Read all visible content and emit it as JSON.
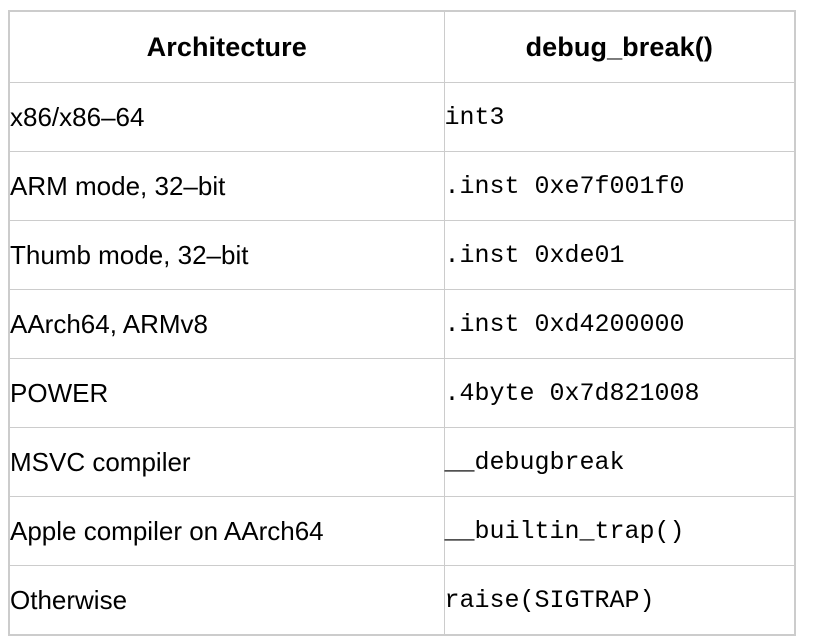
{
  "table": {
    "headers": [
      {
        "label": "Architecture",
        "key": "architecture"
      },
      {
        "label": "debug_break()",
        "key": "debug_break"
      }
    ],
    "rows": [
      {
        "architecture": "x86/x86–64",
        "debug_break": "int3"
      },
      {
        "architecture": "ARM mode, 32–bit",
        "debug_break": ".inst 0xe7f001f0"
      },
      {
        "architecture": "Thumb mode, 32–bit",
        "debug_break": ".inst 0xde01"
      },
      {
        "architecture": "AArch64, ARMv8",
        "debug_break": ".inst 0xd4200000"
      },
      {
        "architecture": "POWER",
        "debug_break": ".4byte 0x7d821008"
      },
      {
        "architecture": "MSVC compiler",
        "debug_break": "__debugbreak"
      },
      {
        "architecture": "Apple compiler on AArch64",
        "debug_break": "__builtin_trap()"
      },
      {
        "architecture": "Otherwise",
        "debug_break": "raise(SIGTRAP)"
      }
    ]
  },
  "style": {
    "border_color": "#cccccc",
    "text_color": "#000000",
    "background": "#ffffff"
  }
}
